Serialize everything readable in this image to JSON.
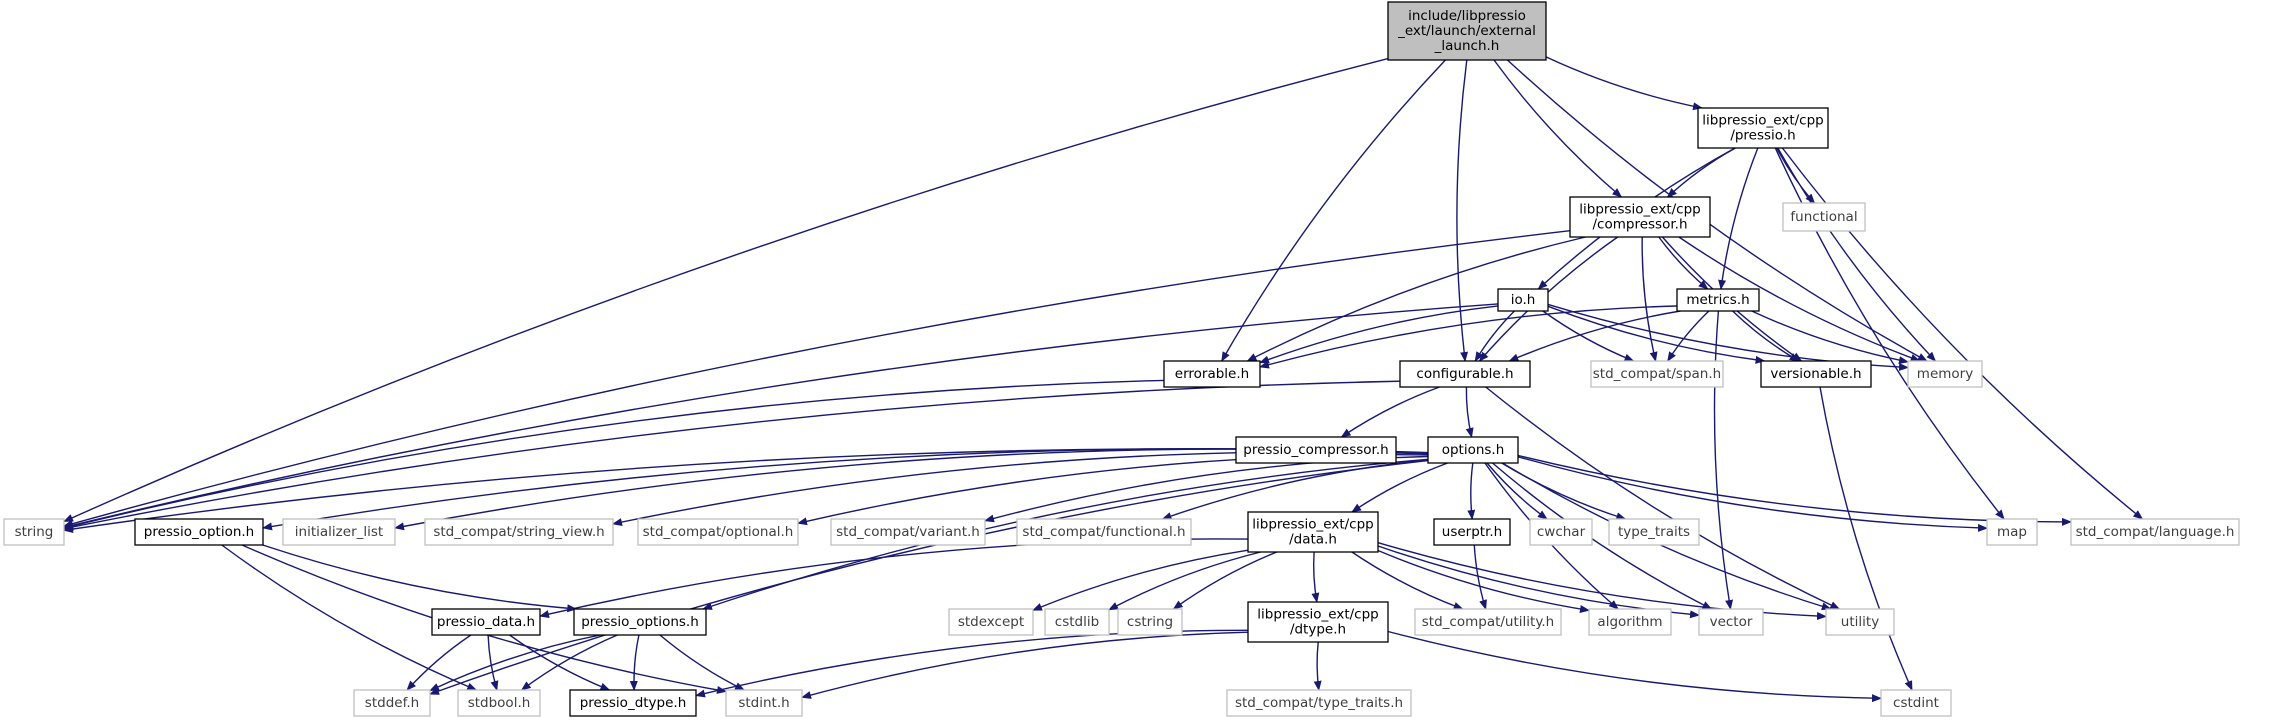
{
  "diagram": {
    "colors": {
      "edge": "#191970",
      "root_fill": "#bfbfbf",
      "documented_fill": "#ffffff",
      "documented_border": "#000000",
      "external_fill": "#ffffff",
      "external_border": "#bfbfbf",
      "external_text": "#3f3f3f"
    },
    "nodes": {
      "external_launch": {
        "lines": [
          "include/libpressio",
          "_ext/launch/external",
          "_launch.h"
        ],
        "kind": "root"
      },
      "pressio_h": {
        "lines": [
          "libpressio_ext/cpp",
          "/pressio.h"
        ],
        "kind": "doc"
      },
      "compressor_h": {
        "lines": [
          "libpressio_ext/cpp",
          "/compressor.h"
        ],
        "kind": "doc"
      },
      "functional": {
        "lines": [
          "functional"
        ],
        "kind": "ext"
      },
      "io_h": {
        "lines": [
          "io.h"
        ],
        "kind": "doc"
      },
      "metrics_h": {
        "lines": [
          "metrics.h"
        ],
        "kind": "doc"
      },
      "errorable_h": {
        "lines": [
          "errorable.h"
        ],
        "kind": "doc"
      },
      "configurable_h": {
        "lines": [
          "configurable.h"
        ],
        "kind": "doc"
      },
      "span_h": {
        "lines": [
          "std_compat/span.h"
        ],
        "kind": "ext"
      },
      "versionable_h": {
        "lines": [
          "versionable.h"
        ],
        "kind": "doc"
      },
      "memory": {
        "lines": [
          "memory"
        ],
        "kind": "ext"
      },
      "pressio_compressor_h": {
        "lines": [
          "pressio_compressor.h"
        ],
        "kind": "doc"
      },
      "options_h": {
        "lines": [
          "options.h"
        ],
        "kind": "doc"
      },
      "string": {
        "lines": [
          "string"
        ],
        "kind": "ext"
      },
      "pressio_option_h": {
        "lines": [
          "pressio_option.h"
        ],
        "kind": "doc"
      },
      "initializer_list": {
        "lines": [
          "initializer_list"
        ],
        "kind": "ext"
      },
      "string_view_h": {
        "lines": [
          "std_compat/string_view.h"
        ],
        "kind": "ext"
      },
      "optional_h": {
        "lines": [
          "std_compat/optional.h"
        ],
        "kind": "ext"
      },
      "variant_h": {
        "lines": [
          "std_compat/variant.h"
        ],
        "kind": "ext"
      },
      "functional_h": {
        "lines": [
          "std_compat/functional.h"
        ],
        "kind": "ext"
      },
      "data_h": {
        "lines": [
          "libpressio_ext/cpp",
          "/data.h"
        ],
        "kind": "doc"
      },
      "userptr_h": {
        "lines": [
          "userptr.h"
        ],
        "kind": "doc"
      },
      "cwchar": {
        "lines": [
          "cwchar"
        ],
        "kind": "ext"
      },
      "type_traits": {
        "lines": [
          "type_traits"
        ],
        "kind": "ext"
      },
      "map": {
        "lines": [
          "map"
        ],
        "kind": "ext"
      },
      "language_h": {
        "lines": [
          "std_compat/language.h"
        ],
        "kind": "ext"
      },
      "pressio_data_h": {
        "lines": [
          "pressio_data.h"
        ],
        "kind": "doc"
      },
      "pressio_options_h": {
        "lines": [
          "pressio_options.h"
        ],
        "kind": "doc"
      },
      "stdexcept": {
        "lines": [
          "stdexcept"
        ],
        "kind": "ext"
      },
      "cstdlib": {
        "lines": [
          "cstdlib"
        ],
        "kind": "ext"
      },
      "cstring": {
        "lines": [
          "cstring"
        ],
        "kind": "ext"
      },
      "dtype_h": {
        "lines": [
          "libpressio_ext/cpp",
          "/dtype.h"
        ],
        "kind": "doc"
      },
      "utility_h": {
        "lines": [
          "std_compat/utility.h"
        ],
        "kind": "ext"
      },
      "algorithm": {
        "lines": [
          "algorithm"
        ],
        "kind": "ext"
      },
      "vector": {
        "lines": [
          "vector"
        ],
        "kind": "ext"
      },
      "utility": {
        "lines": [
          "utility"
        ],
        "kind": "ext"
      },
      "stddef_h": {
        "lines": [
          "stddef.h"
        ],
        "kind": "ext"
      },
      "stdbool_h": {
        "lines": [
          "stdbool.h"
        ],
        "kind": "ext"
      },
      "pressio_dtype_h": {
        "lines": [
          "pressio_dtype.h"
        ],
        "kind": "doc"
      },
      "stdint_h": {
        "lines": [
          "stdint.h"
        ],
        "kind": "ext"
      },
      "type_traits_h": {
        "lines": [
          "std_compat/type_traits.h"
        ],
        "kind": "ext"
      },
      "cstdint": {
        "lines": [
          "cstdint"
        ],
        "kind": "ext"
      }
    },
    "edges": [
      [
        "external_launch",
        "pressio_h"
      ],
      [
        "external_launch",
        "compressor_h"
      ],
      [
        "external_launch",
        "errorable_h"
      ],
      [
        "external_launch",
        "configurable_h"
      ],
      [
        "external_launch",
        "memory"
      ],
      [
        "external_launch",
        "string"
      ],
      [
        "pressio_h",
        "compressor_h"
      ],
      [
        "pressio_h",
        "functional"
      ],
      [
        "pressio_h",
        "io_h"
      ],
      [
        "pressio_h",
        "metrics_h"
      ],
      [
        "pressio_h",
        "memory"
      ],
      [
        "pressio_h",
        "map"
      ],
      [
        "pressio_h",
        "language_h"
      ],
      [
        "compressor_h",
        "errorable_h"
      ],
      [
        "compressor_h",
        "configurable_h"
      ],
      [
        "compressor_h",
        "span_h"
      ],
      [
        "compressor_h",
        "metrics_h"
      ],
      [
        "compressor_h",
        "versionable_h"
      ],
      [
        "compressor_h",
        "memory"
      ],
      [
        "compressor_h",
        "string"
      ],
      [
        "io_h",
        "errorable_h"
      ],
      [
        "io_h",
        "configurable_h"
      ],
      [
        "io_h",
        "span_h"
      ],
      [
        "io_h",
        "versionable_h"
      ],
      [
        "io_h",
        "memory"
      ],
      [
        "io_h",
        "string"
      ],
      [
        "metrics_h",
        "errorable_h"
      ],
      [
        "metrics_h",
        "configurable_h"
      ],
      [
        "metrics_h",
        "span_h"
      ],
      [
        "metrics_h",
        "versionable_h"
      ],
      [
        "metrics_h",
        "memory"
      ],
      [
        "metrics_h",
        "vector"
      ],
      [
        "errorable_h",
        "string"
      ],
      [
        "configurable_h",
        "pressio_compressor_h"
      ],
      [
        "configurable_h",
        "options_h"
      ],
      [
        "configurable_h",
        "string"
      ],
      [
        "configurable_h",
        "utility"
      ],
      [
        "versionable_h",
        "cstdint"
      ],
      [
        "options_h",
        "string"
      ],
      [
        "options_h",
        "pressio_option_h"
      ],
      [
        "options_h",
        "initializer_list"
      ],
      [
        "options_h",
        "string_view_h"
      ],
      [
        "options_h",
        "optional_h"
      ],
      [
        "options_h",
        "variant_h"
      ],
      [
        "options_h",
        "functional_h"
      ],
      [
        "options_h",
        "data_h"
      ],
      [
        "options_h",
        "userptr_h"
      ],
      [
        "options_h",
        "cwchar"
      ],
      [
        "options_h",
        "type_traits"
      ],
      [
        "options_h",
        "map"
      ],
      [
        "options_h",
        "language_h"
      ],
      [
        "options_h",
        "pressio_options_h"
      ],
      [
        "options_h",
        "stddef_h"
      ],
      [
        "options_h",
        "algorithm"
      ],
      [
        "options_h",
        "vector"
      ],
      [
        "options_h",
        "utility"
      ],
      [
        "pressio_option_h",
        "pressio_options_h"
      ],
      [
        "pressio_option_h",
        "stdbool_h"
      ],
      [
        "pressio_option_h",
        "stdint_h"
      ],
      [
        "data_h",
        "pressio_data_h"
      ],
      [
        "data_h",
        "stdexcept"
      ],
      [
        "data_h",
        "cstdlib"
      ],
      [
        "data_h",
        "cstring"
      ],
      [
        "data_h",
        "dtype_h"
      ],
      [
        "data_h",
        "utility_h"
      ],
      [
        "data_h",
        "algorithm"
      ],
      [
        "data_h",
        "vector"
      ],
      [
        "data_h",
        "utility"
      ],
      [
        "userptr_h",
        "utility_h"
      ],
      [
        "pressio_data_h",
        "stddef_h"
      ],
      [
        "pressio_data_h",
        "stdbool_h"
      ],
      [
        "pressio_data_h",
        "pressio_dtype_h"
      ],
      [
        "pressio_options_h",
        "stddef_h"
      ],
      [
        "pressio_options_h",
        "stdbool_h"
      ],
      [
        "pressio_options_h",
        "pressio_dtype_h"
      ],
      [
        "pressio_options_h",
        "stdint_h"
      ],
      [
        "dtype_h",
        "pressio_dtype_h"
      ],
      [
        "dtype_h",
        "stdint_h"
      ],
      [
        "dtype_h",
        "type_traits_h"
      ],
      [
        "dtype_h",
        "cstdint"
      ]
    ]
  }
}
